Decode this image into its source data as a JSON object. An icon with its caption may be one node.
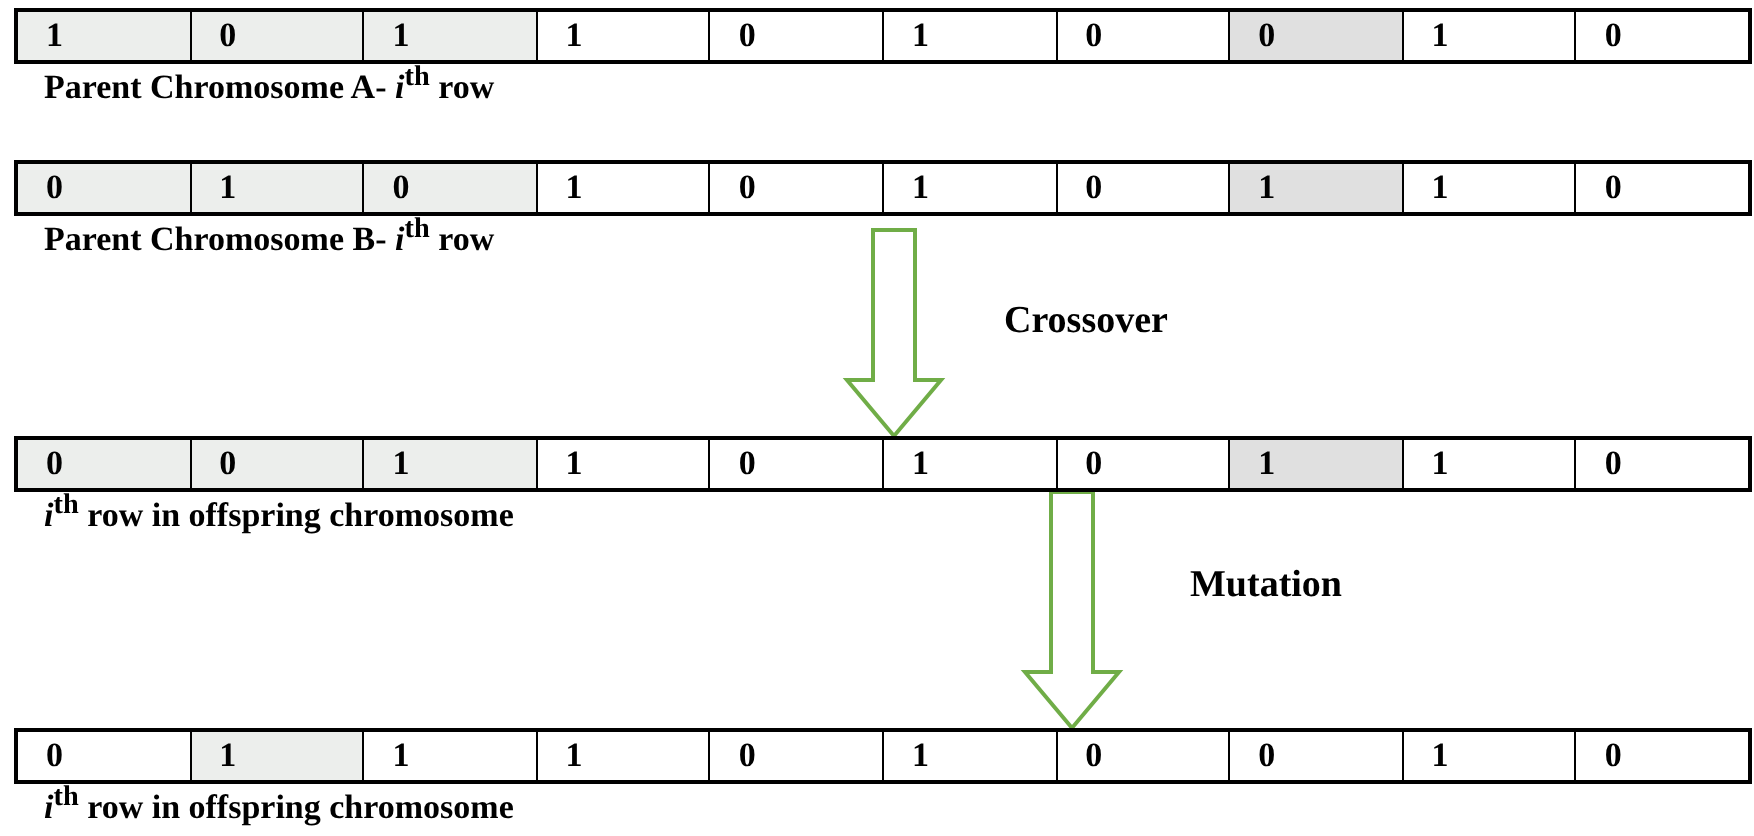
{
  "diagram": {
    "nodes": [
      {
        "text": [
          "1",
          "0",
          "1",
          "1",
          "0",
          "1",
          "0",
          "0",
          "1",
          "0"
        ],
        "beside": [
          "Parent Chromosome A- *i*$^{th}$ row"
        ]
      },
      {
        "text": [
          "0",
          "1",
          "0",
          "1",
          "0",
          "1",
          "0",
          "1",
          "1",
          "0"
        ],
        "beside": [
          "Parent Chromosome B- *i*$^{th}$ row"
        ]
      },
      {
        "text": [
          "0",
          "0",
          "1",
          "1",
          "0",
          "1",
          "0",
          "1",
          "1",
          "0"
        ],
        "beside": [
          "*i*$^{th}$ row in offspring chromosome"
        ]
      },
      {
        "text": [
          "0",
          "1",
          "1",
          "1",
          "0",
          "1",
          "0",
          "0",
          "1",
          "0"
        ],
        "beside": [
          "*i*$^{th}$ row in offspring chromosome"
        ]
      }
    ],
    "edges": [
      {
        "from": 1,
        "to": 2,
        "arrow": "to",
        "label": "Crossover"
      },
      {
        "from": 2,
        "to": 3,
        "arrow": "to",
        "label": "Mutation"
      }
    ]
  }
}
